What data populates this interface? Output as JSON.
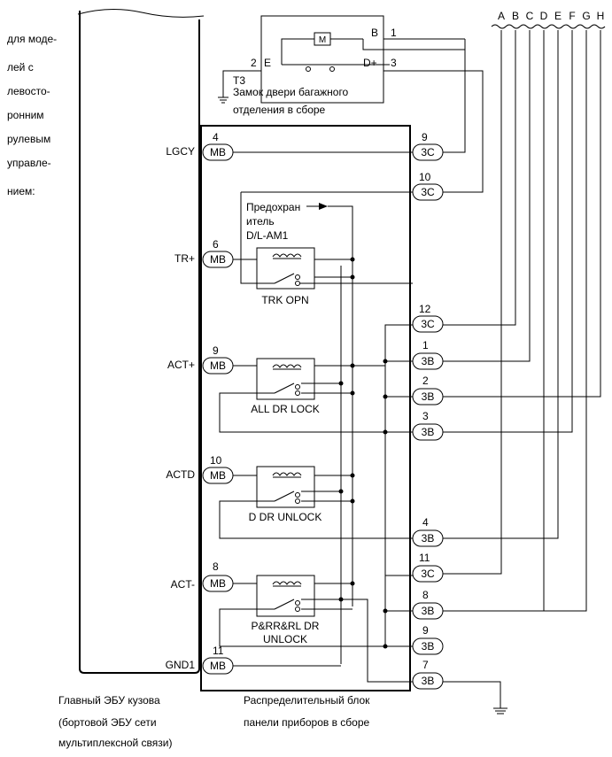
{
  "note": [
    "для моде-",
    "лей с",
    "левосто-",
    "ронним",
    "рулевым",
    "управле-",
    "нием:"
  ],
  "letters": [
    "A",
    "B",
    "C",
    "D",
    "E",
    "F",
    "G",
    "H"
  ],
  "motor": {
    "symbol": "M",
    "pin_b_label": "B",
    "pin_b_num": "1",
    "pin_e_num": "2",
    "pin_e_label": "E",
    "pin_dplus_label": "D+",
    "pin_dplus_num": "3",
    "ground_tag": "T3",
    "caption": [
      "Замок двери багажного",
      "отделения в сборе"
    ]
  },
  "fuse": [
    "Предохран",
    "итель",
    "D/L-AM1"
  ],
  "ecu_terminals": [
    {
      "name": "LGCY",
      "pin": "4",
      "conn": "MB"
    },
    {
      "name": "TR+",
      "pin": "6",
      "conn": "MB"
    },
    {
      "name": "ACT+",
      "pin": "9",
      "conn": "MB"
    },
    {
      "name": "ACTD",
      "pin": "10",
      "conn": "MB"
    },
    {
      "name": "ACT-",
      "pin": "8",
      "conn": "MB"
    },
    {
      "name": "GND1",
      "pin": "11",
      "conn": "MB"
    }
  ],
  "relays": [
    {
      "label": [
        "TRK OPN"
      ]
    },
    {
      "label": [
        "ALL DR LOCK"
      ]
    },
    {
      "label": [
        "D DR UNLOCK"
      ]
    },
    {
      "label": [
        "P&RR&RL DR",
        "UNLOCK"
      ]
    }
  ],
  "right_connectors": [
    {
      "pin": "9",
      "conn": "3C"
    },
    {
      "pin": "10",
      "conn": "3C"
    },
    {
      "pin": "12",
      "conn": "3C"
    },
    {
      "pin": "1",
      "conn": "3B"
    },
    {
      "pin": "2",
      "conn": "3B"
    },
    {
      "pin": "3",
      "conn": "3B"
    },
    {
      "pin": "4",
      "conn": "3B"
    },
    {
      "pin": "11",
      "conn": "3C"
    },
    {
      "pin": "8",
      "conn": "3B"
    },
    {
      "pin": "9",
      "conn": "3B"
    },
    {
      "pin": "7",
      "conn": "3B"
    }
  ],
  "ecu_caption": [
    "Главный ЭБУ кузова",
    "(бортовой ЭБУ сети",
    "мультиплексной связи)"
  ],
  "jb_caption": [
    "Распределительный блок",
    "панели приборов в сборе"
  ]
}
